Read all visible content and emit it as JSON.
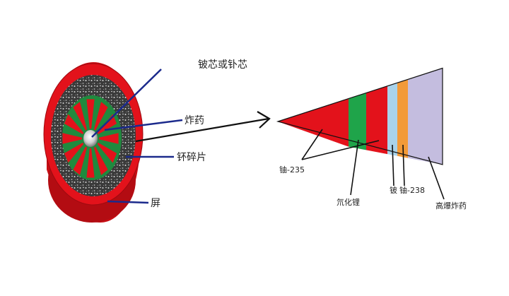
{
  "labels": {
    "core": "铍芯或钋芯",
    "explosive": "炸药",
    "fragments": "钚碎片",
    "shell": "屏",
    "u235": "铀-235",
    "lithium_deuteride": "氘化锂",
    "beryllium": "铍",
    "u238": "铀-238",
    "high_explosive": "高爆炸药"
  },
  "colors": {
    "red": "#e3121b",
    "green": "#1fa44a",
    "light_blue": "#a9d3ea",
    "orange": "#f39a38",
    "lavender": "#c4bddf",
    "pointer": "#1b2a8c",
    "speckle": "#6b6b6b"
  }
}
